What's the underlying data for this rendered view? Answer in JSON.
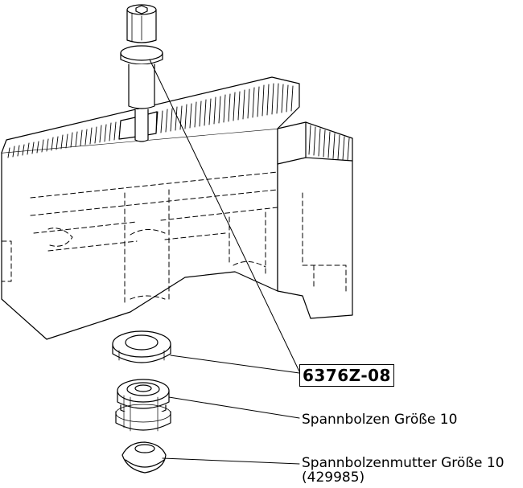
{
  "drawing": {
    "part_number": "6376Z-08",
    "bolt_label": "Spannbolzen Größe 10",
    "nut_label": "Spannbolzenmutter Größe 10",
    "nut_code": "(429985)",
    "line_color": "#000000",
    "background": "#ffffff"
  }
}
